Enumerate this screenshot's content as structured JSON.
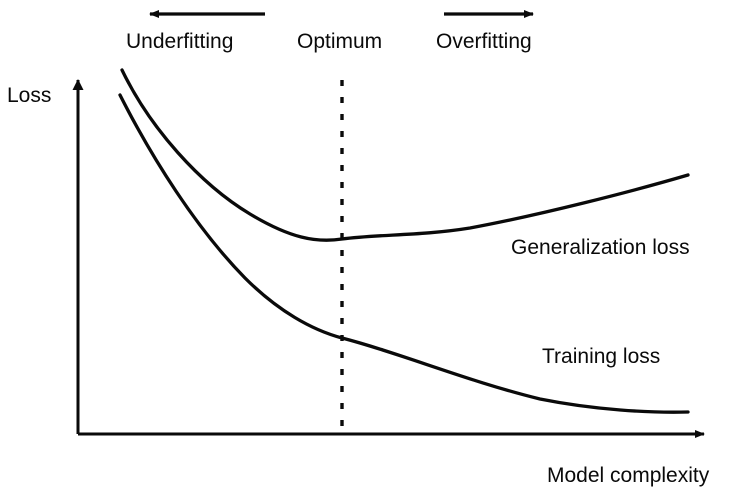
{
  "figure": {
    "title_text": "",
    "background_color": "#ffffff",
    "stroke_color": "#0a0a0a"
  },
  "axes": {
    "y_axis_label": "Loss",
    "x_axis_label": "Model complexity"
  },
  "regions": {
    "underfitting_label": "Underfitting",
    "optimum_label": "Optimum",
    "overfitting_label": "Overfitting"
  },
  "series_labels": {
    "generalization": "Generalization loss",
    "training": "Training loss"
  },
  "chart_data": {
    "type": "line",
    "title": "",
    "xlabel": "Model complexity",
    "ylabel": "Loss",
    "grid": false,
    "legend_position": "inline-annotations",
    "axis_ticks": {
      "x": [],
      "y": []
    },
    "xlim": [
      0,
      1
    ],
    "ylim": [
      0,
      1
    ],
    "annotations": [
      {
        "text": "Underfitting",
        "role": "region-label",
        "arrow": "left",
        "x_range": [
          0.08,
          0.3
        ]
      },
      {
        "text": "Optimum",
        "role": "region-label",
        "arrow": "none",
        "x": 0.42
      },
      {
        "text": "Overfitting",
        "role": "region-label",
        "arrow": "right",
        "x_range": [
          0.58,
          0.78
        ]
      },
      {
        "text": "Generalization loss",
        "role": "series-label",
        "x": 0.72,
        "y": 0.55
      },
      {
        "text": "Training loss",
        "role": "series-label",
        "x": 0.76,
        "y": 0.25
      },
      {
        "text": "Optimum marker",
        "role": "vertical-dashed-line",
        "x": 0.42
      }
    ],
    "series": [
      {
        "name": "Generalization loss",
        "description": "U-shaped curve: high at low complexity, minimum at optimum, rising with overfitting",
        "x": [
          0.07,
          0.12,
          0.18,
          0.25,
          0.32,
          0.42,
          0.5,
          0.58,
          0.66,
          0.74,
          0.82,
          0.9,
          0.96
        ],
        "y": [
          1.0,
          0.84,
          0.72,
          0.63,
          0.58,
          0.545,
          0.54,
          0.545,
          0.56,
          0.6,
          0.65,
          0.7,
          0.73
        ]
      },
      {
        "name": "Training loss",
        "description": "Monotonically decreasing curve approaching a low asymptote",
        "x": [
          0.07,
          0.12,
          0.18,
          0.25,
          0.32,
          0.42,
          0.5,
          0.58,
          0.66,
          0.74,
          0.82,
          0.9,
          0.96
        ],
        "y": [
          0.93,
          0.8,
          0.66,
          0.54,
          0.44,
          0.33,
          0.27,
          0.22,
          0.18,
          0.15,
          0.12,
          0.1,
          0.09
        ]
      }
    ]
  }
}
